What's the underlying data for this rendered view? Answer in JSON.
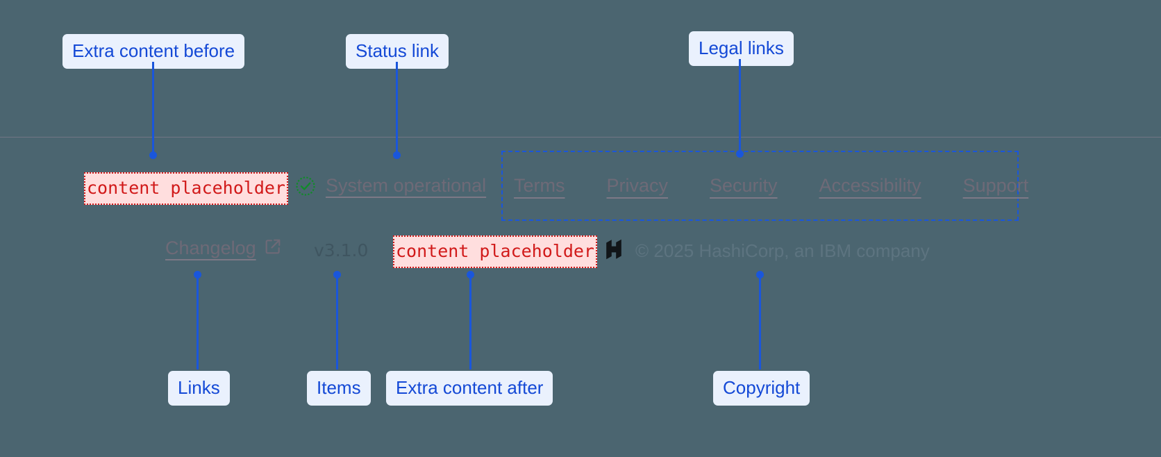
{
  "annotations": [
    {
      "id": "extra-before",
      "label": "Extra content before"
    },
    {
      "id": "status-link",
      "label": "Status link"
    },
    {
      "id": "legal-links",
      "label": "Legal links"
    },
    {
      "id": "links",
      "label": "Links"
    },
    {
      "id": "items",
      "label": "Items"
    },
    {
      "id": "extra-after",
      "label": "Extra content after"
    },
    {
      "id": "copyright",
      "label": "Copyright"
    }
  ],
  "footer": {
    "extra_before": {
      "placeholder_text": "content placeholder"
    },
    "status": {
      "icon": "check-circle-icon",
      "label": "System operational"
    },
    "legal": {
      "items": [
        {
          "label": "Terms"
        },
        {
          "label": "Privacy"
        },
        {
          "label": "Security"
        },
        {
          "label": "Accessibility"
        },
        {
          "label": "Support"
        }
      ]
    },
    "links": {
      "changelog_label": "Changelog",
      "changelog_icon": "external-link-icon"
    },
    "items": {
      "version": "v3.1.0"
    },
    "extra_after": {
      "placeholder_text": "content placeholder"
    },
    "copyright": {
      "logo": "hashicorp-logo",
      "text": "© 2025 HashiCorp, an IBM company"
    }
  },
  "colors": {
    "background": "#4b6570",
    "annotation_accent": "#1a56db",
    "annotation_pill_bg": "#eaf1fd",
    "placeholder_red": "#d11a1a",
    "placeholder_bg": "#ffdede",
    "status_green": "#128a2b",
    "muted_text": "#6e6a77"
  }
}
